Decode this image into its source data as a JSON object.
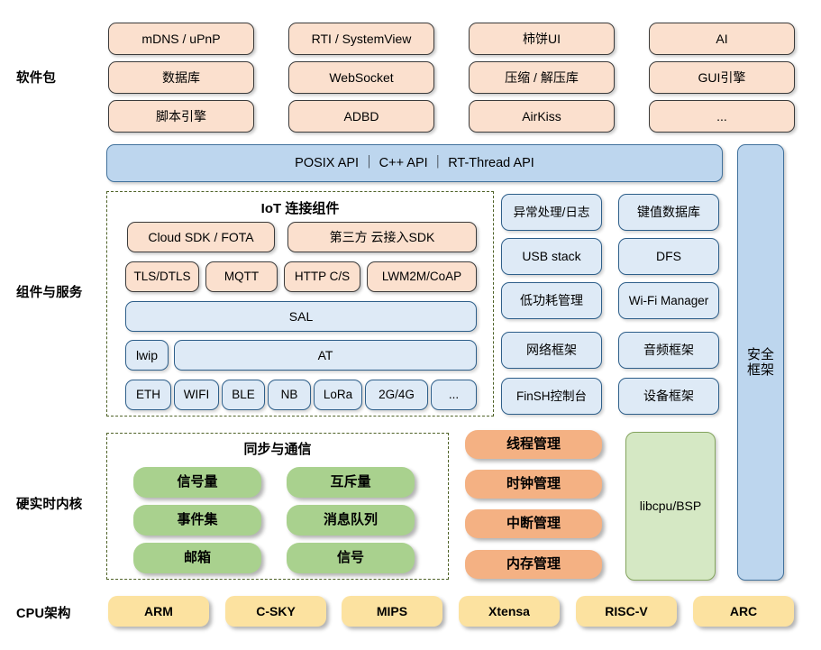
{
  "diagram": {
    "title": "RT-Thread architecture stack",
    "colors": {
      "peach": "#FBE0CE",
      "blue_strong": "#BDD6EE",
      "blue_light": "#DEEAF6",
      "green": "#A9D18E",
      "orange": "#F4B183",
      "green_pale": "#D5E8C4",
      "yellow": "#FCE2A0",
      "dashed_border": "#4F6228"
    }
  },
  "row_labels": {
    "software_packages": "软件包",
    "components_services": "组件与服务",
    "realtime_kernel": "硬实时内核",
    "cpu_arch": "CPU架构"
  },
  "software_packages": {
    "columns": [
      [
        "mDNS / uPnP",
        "数据库",
        "脚本引擎"
      ],
      [
        "RTI / SystemView",
        "WebSocket",
        "ADBD"
      ],
      [
        "柿饼UI",
        "压缩 / 解压库",
        "AirKiss"
      ],
      [
        "AI",
        "GUI引擎",
        "..."
      ]
    ]
  },
  "api_bar": {
    "label": "POSIX API ｜ C++ API ｜ RT-Thread API"
  },
  "security_frame": {
    "line1": "安全",
    "line2": "框架"
  },
  "iot_group": {
    "title": "IoT 连接组件",
    "row_sdk": [
      "Cloud SDK / FOTA",
      "第三方 云接入SDK"
    ],
    "row_proto": [
      "TLS/DTLS",
      "MQTT",
      "HTTP C/S",
      "LWM2M/CoAP"
    ],
    "sal": "SAL",
    "lwip": "lwip",
    "at": "AT",
    "links": [
      "ETH",
      "WIFI",
      "BLE",
      "NB",
      "LoRa",
      "2G/4G",
      "..."
    ]
  },
  "components": {
    "left_column": [
      "异常处理/日志",
      "USB stack",
      "低功耗管理",
      "网络框架",
      "FinSH控制台"
    ],
    "right_column": [
      "键值数据库",
      "DFS",
      "Wi-Fi Manager",
      "音频框架",
      "设备框架"
    ]
  },
  "kernel": {
    "ipc_group_title": "同步与通信",
    "ipc_left": [
      "信号量",
      "事件集",
      "邮箱"
    ],
    "ipc_right": [
      "互斥量",
      "消息队列",
      "信号"
    ],
    "management": [
      "线程管理",
      "时钟管理",
      "中断管理",
      "内存管理"
    ],
    "libcpu": "libcpu/BSP"
  },
  "cpu_arch": {
    "items": [
      "ARM",
      "C-SKY",
      "MIPS",
      "Xtensa",
      "RISC-V",
      "ARC"
    ]
  }
}
